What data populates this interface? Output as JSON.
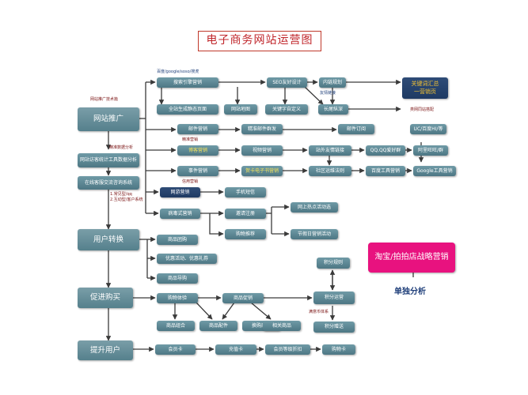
{
  "title": "电子商务网站运营图",
  "nodes": {
    "promotion": "网站推广",
    "conversion": "用户转换",
    "purchase": "促进购买",
    "upgrade": "提升用户",
    "search_engine": "搜索引擎营销",
    "static_pages": "全站生成静态页面",
    "site_map": "网站地图",
    "keyword_custom": "关键字自定义",
    "seo_design": "SEO友好设计",
    "inner_link": "内链规划",
    "long_tail": "长尾纵深",
    "keyword_summary": "关键词汇总\n一营销页",
    "stats_tool": "网站访客统计工具数据分析",
    "search_consult": "在线客服交流咨询系统",
    "email_marketing": "邮件营销",
    "precise_email": "精准邮件群发",
    "email_subscribe": "邮件订阅",
    "blog_marketing": "博客营销",
    "video_marketing": "视频营销",
    "friend_links": "站外友情链接",
    "qq_group": "QQ,QQ爱好群",
    "ali_wangwang": "阿里旺旺/群",
    "uc_baidu": "UC/百度HI/等",
    "event_marketing": "事件营销",
    "ebook_marketing": "贺卡电子书营销",
    "community": "社区运维法则",
    "baidu_tools": "百度工具营销",
    "google_tools": "Google工具营销",
    "network_games": "网游营销",
    "sms": "手机短信",
    "viral": "病毒式营销",
    "invite": "邀请注册",
    "shopping_recommend": "购物推荐",
    "online_events": "网上热点活动选",
    "holiday_events": "节假日营销活动",
    "group_buy": "商品团购",
    "discount": "优惠活动、优惠礼券",
    "product_guide": "商品导购",
    "shopping_experience": "购物体验",
    "product_promo": "商品促销",
    "points_ops": "积分运营",
    "points_rules": "积分规则",
    "product_combo": "商品组合",
    "product_accessory": "商品配件",
    "replacement": "换购商品",
    "related_products": "相关商品",
    "points_gift": "积分赠送",
    "member_card": "会员卡",
    "recharge_card": "充值卡",
    "member_level": "会员等级折扣",
    "shopping_card": "购物卡",
    "taobao": "淘宝/拍拍店战略营销"
  },
  "notes": {
    "tech": "网站推广技术篇",
    "baidu_google": "百度/google/soso/搜虎",
    "friendly_link": "友情链接",
    "ad_network": "类网同站搭配",
    "data_analysis": "精准数据分析",
    "precise_marketing": "精准营销",
    "credit": "信用营销",
    "consult_tools": "1.常见型/qq\n2.互动型/客户系统",
    "points_system": "满意币体系"
  },
  "labels": {
    "separate_analysis": "单独分析"
  },
  "colors": {
    "node": "#5a8590",
    "accent": "#f3e25a",
    "title_border": "#c0392b",
    "navy": "#1f3a63",
    "pink": "#e8127f"
  }
}
